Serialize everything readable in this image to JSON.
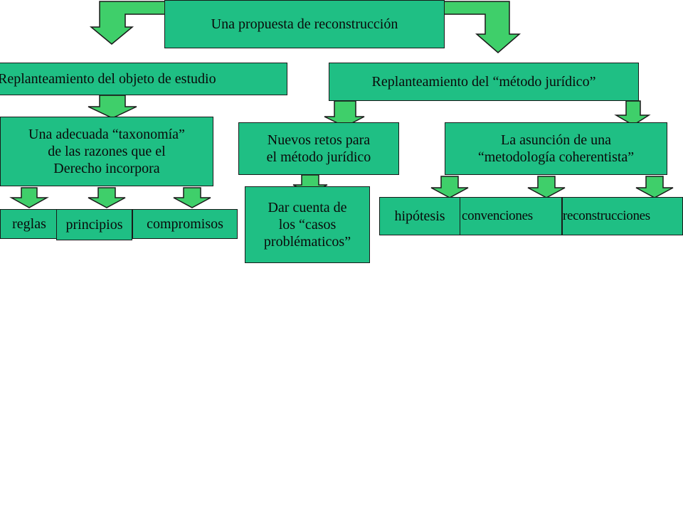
{
  "colors": {
    "box_fill": "#1fbf84",
    "arrow_fill": "#3fcf6a",
    "outline": "#1a1a1a"
  },
  "root": {
    "text": "Una propuesta de reconstrucción"
  },
  "left_branch": {
    "title": "Replanteamiento del objeto de estudio",
    "child": {
      "text": "Una adecuada “taxonomía”\nde las razones que el\nDerecho incorpora",
      "leaves": [
        "reglas",
        "principios",
        "compromisos"
      ]
    }
  },
  "right_branch": {
    "title": "Replanteamiento del “método jurídico”",
    "children": [
      {
        "text": "Nuevos retos para\nel método jurídico",
        "leaves": [
          "Dar cuenta de\nlos “casos\nproblématicos”"
        ]
      },
      {
        "text": "La asunción de una\n“metodología coherentista”",
        "leaves": [
          "hipótesis",
          "convenciones",
          "reconstrucciones"
        ]
      }
    ]
  }
}
